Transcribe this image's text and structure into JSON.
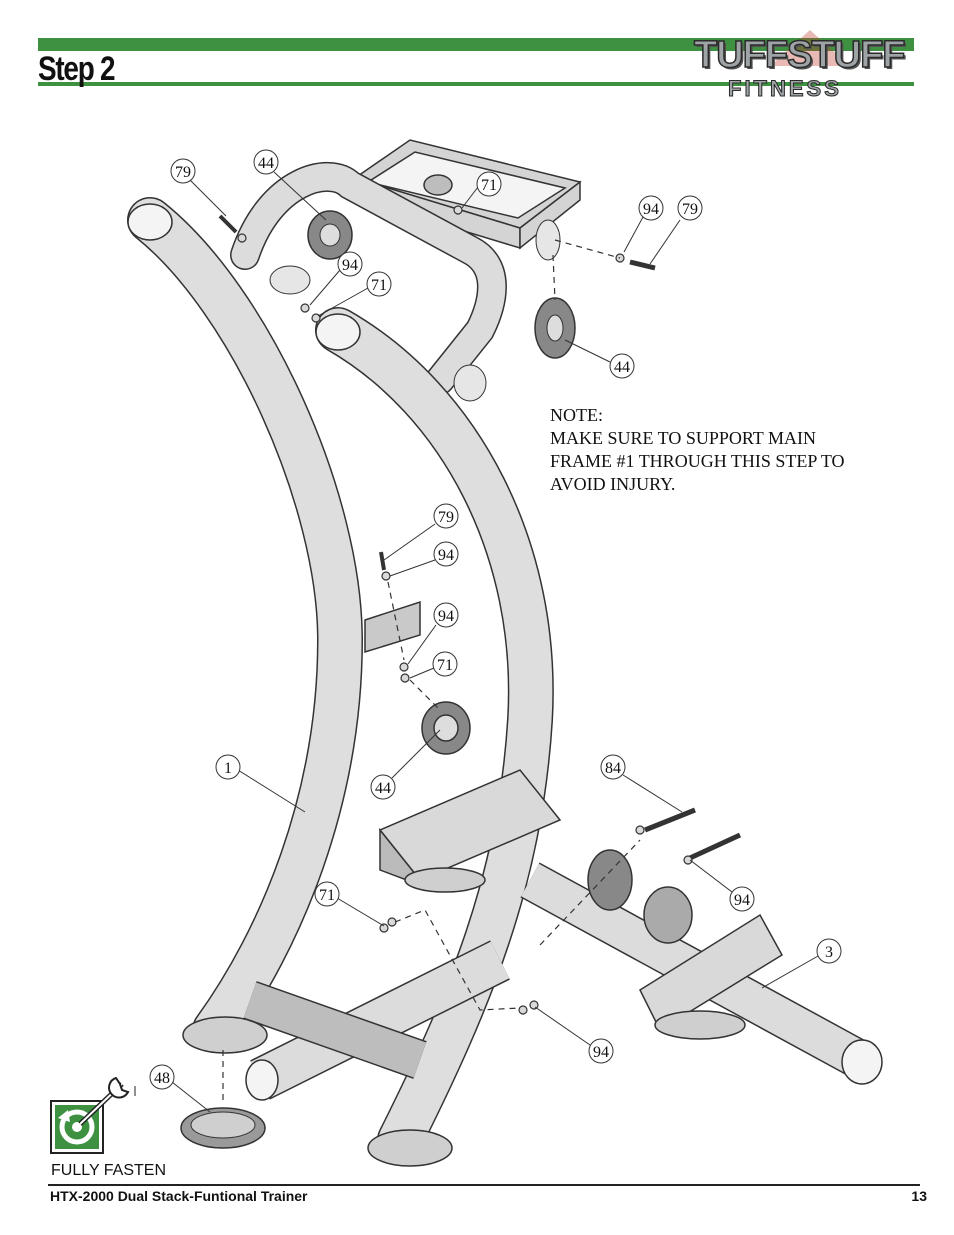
{
  "header": {
    "step_title": "Step 2",
    "logo_main": "TUFFSTUFF",
    "logo_sub": "FITNESS",
    "accent_color": "#3d9140"
  },
  "note": {
    "lines": [
      "NOTE:",
      "MAKE SURE TO SUPPORT MAIN",
      "FRAME #1 THROUGH THIS STEP TO",
      "AVOID INJURY."
    ]
  },
  "callouts": [
    {
      "label": "79"
    },
    {
      "label": "44"
    },
    {
      "label": "71"
    },
    {
      "label": "94"
    },
    {
      "label": "79"
    },
    {
      "label": "94"
    },
    {
      "label": "71"
    },
    {
      "label": "44"
    },
    {
      "label": "79"
    },
    {
      "label": "94"
    },
    {
      "label": "94"
    },
    {
      "label": "71"
    },
    {
      "label": "44"
    },
    {
      "label": "1"
    },
    {
      "label": "84"
    },
    {
      "label": "94"
    },
    {
      "label": "71"
    },
    {
      "label": "3"
    },
    {
      "label": "94"
    },
    {
      "label": "48"
    }
  ],
  "fasten": {
    "icon": "wrench-rotate-icon",
    "label": "FULLY FASTEN"
  },
  "footer": {
    "title": "HTX-2000 Dual Stack-Funtional Trainer",
    "page_number": "13"
  }
}
